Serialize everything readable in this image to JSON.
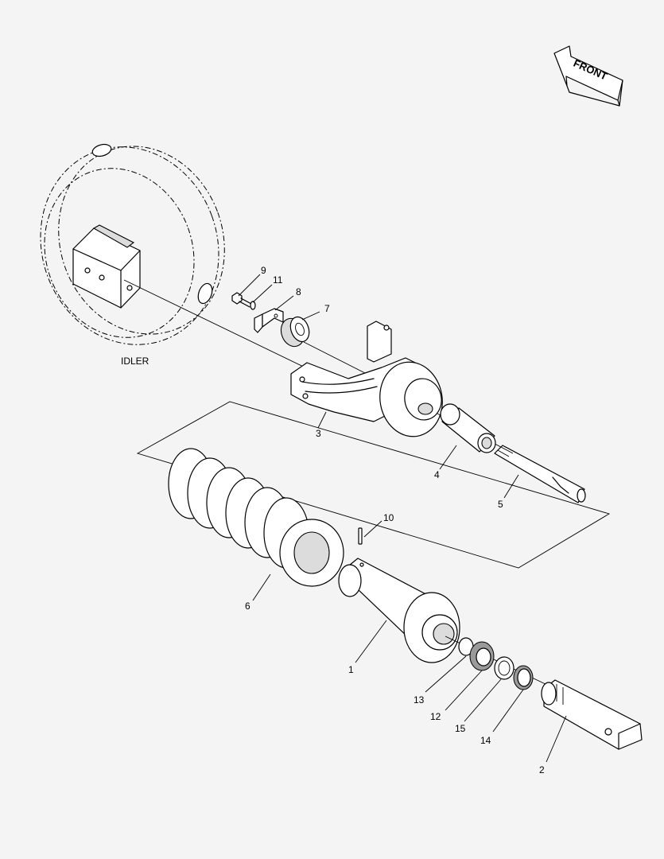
{
  "labels": {
    "front": "FRONT",
    "idler": "IDLER",
    "p1": "1",
    "p2": "2",
    "p3": "3",
    "p4": "4",
    "p5": "5",
    "p6": "6",
    "p7": "7",
    "p8": "8",
    "p9": "9",
    "p10": "10",
    "p11": "11",
    "p12": "12",
    "p13": "13",
    "p14": "14",
    "p15": "15"
  }
}
